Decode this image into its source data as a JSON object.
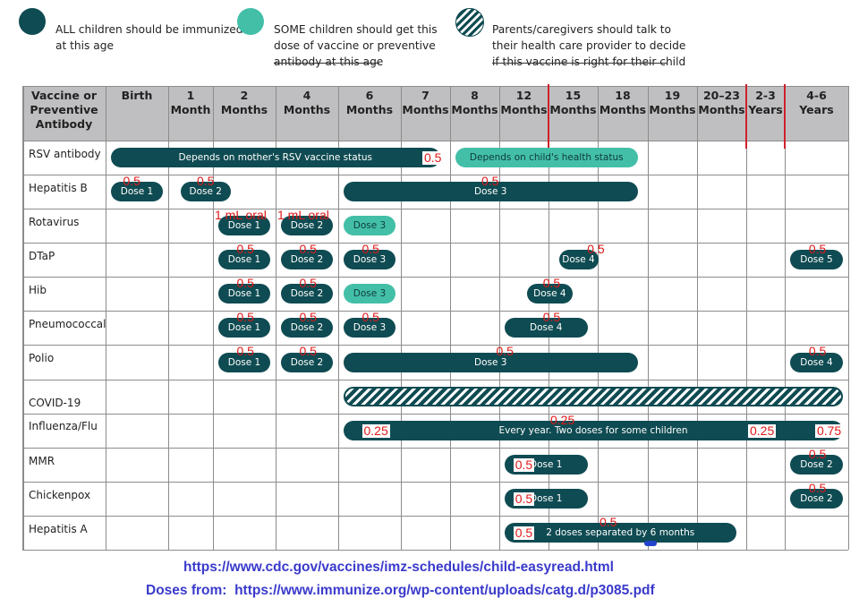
{
  "legend": [
    {
      "text_lines": [
        "ALL children should be immunized",
        "at this age"
      ],
      "style": "dark",
      "strike_line": -1
    },
    {
      "text_lines": [
        "SOME children should get this",
        "dose of vaccine or preventive",
        "antibody at this age"
      ],
      "style": "teal",
      "strike_line": 2
    },
    {
      "text_lines": [
        "Parents/caregivers should talk to",
        "their health care provider to decide",
        "if this vaccine is right for their child"
      ],
      "style": "hatched",
      "strike_line": 2
    }
  ],
  "columns": [
    {
      "label": "Vaccine or\nPreventive\nAntibody"
    },
    {
      "label": "Birth"
    },
    {
      "label": "1\nMonth"
    },
    {
      "label": "2\nMonths"
    },
    {
      "label": "4\nMonths"
    },
    {
      "label": "6\nMonths"
    },
    {
      "label": "7\nMonths"
    },
    {
      "label": "8\nMonths"
    },
    {
      "label": "12\nMonths"
    },
    {
      "label": "15\nMonths"
    },
    {
      "label": "18\nMonths"
    },
    {
      "label": "19\nMonths"
    },
    {
      "label": "20–23\nMonths"
    },
    {
      "label": "2-3\nYears"
    },
    {
      "label": "4-6\nYears"
    }
  ],
  "rows": [
    {
      "label": "RSV antibody",
      "bars": [
        {
          "from": 1,
          "to": 7,
          "text": "Depends on mother's RSV vaccine status",
          "style": "dark",
          "end_offset": -0.1
        },
        {
          "from": 7,
          "to": 11,
          "text": "Depends on child's health status",
          "style": "teal",
          "end_offset": -0.1
        }
      ],
      "doses": [
        {
          "text": "0.5",
          "col": 6.4,
          "boxed": true,
          "pos": "mid"
        }
      ]
    },
    {
      "label": "Hepatitis B",
      "bars": [
        {
          "from": 1,
          "to": 2,
          "text": "Dose 1",
          "style": "dark"
        },
        {
          "from": 2,
          "to": 4,
          "text": "Dose 2",
          "style": "dark",
          "start_offset": 0.15,
          "end_offset": -0.8
        },
        {
          "from": 5,
          "to": 11,
          "text": "Dose 3",
          "style": "dark",
          "end_offset": -0.1
        }
      ],
      "doses": [
        {
          "text": "0.5",
          "col": 1.25,
          "pos": "top"
        },
        {
          "text": "0.5",
          "col": 2.6,
          "pos": "top"
        },
        {
          "text": "0.5",
          "col": 7.6,
          "pos": "top"
        }
      ]
    },
    {
      "label": "Rotavirus",
      "bars": [
        {
          "from": 3,
          "to": 4,
          "text": "Dose 1",
          "style": "dark"
        },
        {
          "from": 4,
          "to": 5,
          "text": "Dose 2",
          "style": "dark"
        },
        {
          "from": 5,
          "to": 6,
          "text": "Dose 3",
          "style": "teal"
        }
      ],
      "doses": [
        {
          "text": "1 mL oral",
          "col": 3.0,
          "pos": "top"
        },
        {
          "text": "1 mL oral",
          "col": 4.0,
          "pos": "top"
        }
      ]
    },
    {
      "label": "DTaP",
      "bars": [
        {
          "from": 3,
          "to": 4,
          "text": "Dose 1",
          "style": "dark"
        },
        {
          "from": 4,
          "to": 5,
          "text": "Dose 2",
          "style": "dark"
        },
        {
          "from": 5,
          "to": 6,
          "text": "Dose 3",
          "style": "dark"
        },
        {
          "from": 9,
          "to": 11,
          "text": "Dose 4",
          "style": "dark",
          "start_offset": 0.1,
          "end_offset": -0.9
        },
        {
          "from": 14,
          "to": 15,
          "text": "Dose 5",
          "style": "dark"
        }
      ],
      "doses": [
        {
          "text": "0.5",
          "col": 3.35,
          "pos": "top"
        },
        {
          "text": "0.5",
          "col": 4.35,
          "pos": "top"
        },
        {
          "text": "0.5",
          "col": 5.35,
          "pos": "top"
        },
        {
          "text": "0.5",
          "col": 9.75,
          "pos": "top"
        },
        {
          "text": "0.5",
          "col": 14.35,
          "pos": "top"
        }
      ]
    },
    {
      "label": "Hib",
      "bars": [
        {
          "from": 3,
          "to": 4,
          "text": "Dose 1",
          "style": "dark"
        },
        {
          "from": 4,
          "to": 5,
          "text": "Dose 2",
          "style": "dark"
        },
        {
          "from": 5,
          "to": 6,
          "text": "Dose 3",
          "style": "teal"
        },
        {
          "from": 8,
          "to": 9.6,
          "text": "Dose 4",
          "style": "dark",
          "start_offset": 0.45
        }
      ],
      "doses": [
        {
          "text": "0.5",
          "col": 3.35,
          "pos": "top"
        },
        {
          "text": "0.5",
          "col": 4.35,
          "pos": "top"
        },
        {
          "text": "0.5",
          "col": 8.85,
          "pos": "top"
        }
      ]
    },
    {
      "label": "Pneumococcal",
      "bars": [
        {
          "from": 3,
          "to": 4,
          "text": "Dose 1",
          "style": "dark"
        },
        {
          "from": 4,
          "to": 5,
          "text": "Dose 2",
          "style": "dark"
        },
        {
          "from": 5,
          "to": 6,
          "text": "Dose 3",
          "style": "dark"
        },
        {
          "from": 8,
          "to": 10,
          "text": "Dose 4",
          "style": "dark",
          "end_offset": -0.1
        }
      ],
      "doses": [
        {
          "text": "0.5",
          "col": 3.35,
          "pos": "top"
        },
        {
          "text": "0.5",
          "col": 4.35,
          "pos": "top"
        },
        {
          "text": "0.5",
          "col": 5.35,
          "pos": "top"
        },
        {
          "text": "0.5",
          "col": 8.85,
          "pos": "top"
        }
      ]
    },
    {
      "label": "Polio",
      "bars": [
        {
          "from": 3,
          "to": 4,
          "text": "Dose 1",
          "style": "dark"
        },
        {
          "from": 4,
          "to": 5,
          "text": "Dose 2",
          "style": "dark"
        },
        {
          "from": 5,
          "to": 11,
          "text": "Dose 3",
          "style": "dark",
          "end_offset": -0.1
        },
        {
          "from": 14,
          "to": 15,
          "text": "Dose 4",
          "style": "dark"
        }
      ],
      "doses": [
        {
          "text": "0.5",
          "col": 3.35,
          "pos": "top"
        },
        {
          "text": "0.5",
          "col": 4.35,
          "pos": "top"
        },
        {
          "text": "0.5",
          "col": 7.9,
          "pos": "top"
        },
        {
          "text": "0.5",
          "col": 14.35,
          "pos": "top"
        }
      ]
    },
    {
      "label": "COVID-19",
      "bars": [
        {
          "from": 5,
          "to": 15,
          "text": "",
          "style": "hatched"
        }
      ],
      "doses": [],
      "label_valign": "bottom"
    },
    {
      "label": "Influenza/Flu",
      "bars": [
        {
          "from": 5,
          "to": 15,
          "text": "Every year. Two doses for some children",
          "style": "dark"
        }
      ],
      "doses": [
        {
          "text": "0.25",
          "col": 5.35,
          "boxed": true,
          "pos": "mid"
        },
        {
          "text": "0.25",
          "col": 9.0,
          "pos": "top"
        },
        {
          "text": "0.25",
          "col": 13.0,
          "boxed": true,
          "pos": "mid"
        },
        {
          "text": "0.75",
          "col": 14.45,
          "boxed": true,
          "pos": "mid"
        }
      ],
      "label_valign": "top"
    },
    {
      "label": "MMR",
      "bars": [
        {
          "from": 8,
          "to": 10,
          "text": "Dose 1",
          "style": "dark",
          "end_offset": -0.1
        },
        {
          "from": 14,
          "to": 15,
          "text": "Dose 2",
          "style": "dark"
        }
      ],
      "doses": [
        {
          "text": "0.5",
          "col": 8.25,
          "boxed": true,
          "pos": "mid"
        },
        {
          "text": "0.5",
          "col": 14.35,
          "pos": "top"
        }
      ]
    },
    {
      "label": "Chickenpox",
      "bars": [
        {
          "from": 8,
          "to": 10,
          "text": "Dose 1",
          "style": "dark",
          "end_offset": -0.1
        },
        {
          "from": 14,
          "to": 15,
          "text": "Dose 2",
          "style": "dark"
        }
      ],
      "doses": [
        {
          "text": "0.5",
          "col": 8.25,
          "boxed": true,
          "pos": "mid"
        },
        {
          "text": "0.5",
          "col": 14.35,
          "pos": "top"
        }
      ]
    },
    {
      "label": "Hepatitis A",
      "bars": [
        {
          "from": 8,
          "to": 13,
          "text": "2 doses separated by 6 months",
          "style": "dark",
          "end_offset": -0.1
        }
      ],
      "doses": [
        {
          "text": "0.5",
          "col": 8.25,
          "boxed": true,
          "pos": "mid"
        },
        {
          "text": "0.5",
          "col": 10.0,
          "pos": "top"
        }
      ]
    }
  ],
  "red_marks_after_col": [
    9,
    13,
    14
  ],
  "footer": {
    "link1": "https://www.cdc.gov/vaccines/imz-schedules/child-easyread.html",
    "link2_prefix": "Doses from:  ",
    "link2_url": "https://www.immunize.org/wp-content/uploads/catg.d/p3085.pdf"
  },
  "colors": {
    "dark": "#0f4b52",
    "teal": "#43bfa8",
    "header": "#bfbfc1",
    "red": "#d0202a",
    "link": "#3a3acc"
  }
}
